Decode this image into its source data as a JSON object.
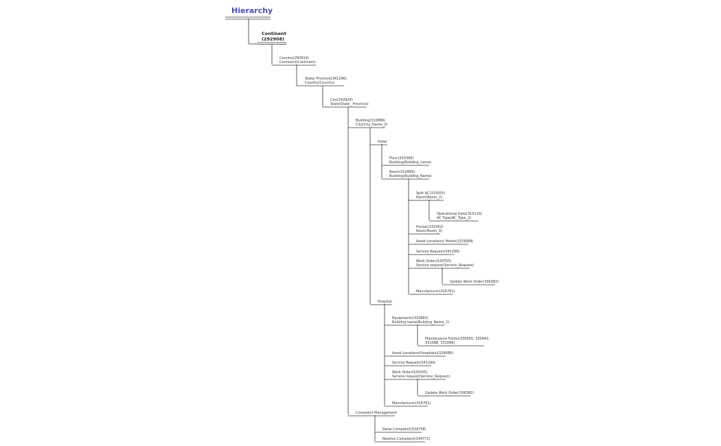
{
  "title": "Hierarchy",
  "root": "Continent\n(292908)",
  "nodes": [
    {
      "id": "country",
      "text": "Country(292914)\nContinent(Continent)"
    },
    {
      "id": "state",
      "text": "State/ Province(341296)\nCountry(Country)"
    },
    {
      "id": "city",
      "text": "City(292924)\nState(State_ Province)"
    },
    {
      "id": "building",
      "text": "Building(310886)\nCity(City_Name_2)"
    },
    {
      "id": "hotel",
      "text": "Hotel"
    },
    {
      "id": "floor",
      "text": "Floor(333368)\nBuilding(Building_name)"
    },
    {
      "id": "room",
      "text": "Room(310889)\nBuilding(Building_Name)"
    },
    {
      "id": "splitac",
      "text": "Split AC(315055)\nRoom(Room_2)"
    },
    {
      "id": "opdata",
      "text": "Operational Data(315119)\nAC Type(AC_Type_2)"
    },
    {
      "id": "pumps",
      "text": "Pumps(333282)\nRoom(Room_9)"
    },
    {
      "id": "asset-hotels",
      "text": "Asset Locations( Hotels)(329068)"
    },
    {
      "id": "sr-hotel",
      "text": "Service Request(341299)"
    },
    {
      "id": "wo-hotel",
      "text": "Work Order(329705)\nService request(Service_Request)"
    },
    {
      "id": "uwo-hotel",
      "text": "Update Work Order(336382)"
    },
    {
      "id": "mfr-hotel",
      "text": "Manufacturer(316761)"
    },
    {
      "id": "hospital",
      "text": "Hospital"
    },
    {
      "id": "equip",
      "text": "Equipments(310893)\nBuilding name(Building_Name_2)"
    },
    {
      "id": "maint",
      "text": "Maintenance Forms(330935, 330942,\n331088, 331089)"
    },
    {
      "id": "asset-hosp",
      "text": "Asset Locations(Hospitals)(329068)"
    },
    {
      "id": "sr-hosp",
      "text": "Service Request(341299)"
    },
    {
      "id": "wo-hosp",
      "text": "Work Order(329705)\nService request(Service_Request)"
    },
    {
      "id": "uwo-hosp",
      "text": "Update Work Order(336382)"
    },
    {
      "id": "mfr-hosp",
      "text": "Manufacturer(316761)"
    },
    {
      "id": "complaint",
      "text": "Complaint Management"
    },
    {
      "id": "raise",
      "text": "Raise Complaint(334758)"
    },
    {
      "id": "resolve",
      "text": "Resolve Complaint(334771)"
    }
  ]
}
